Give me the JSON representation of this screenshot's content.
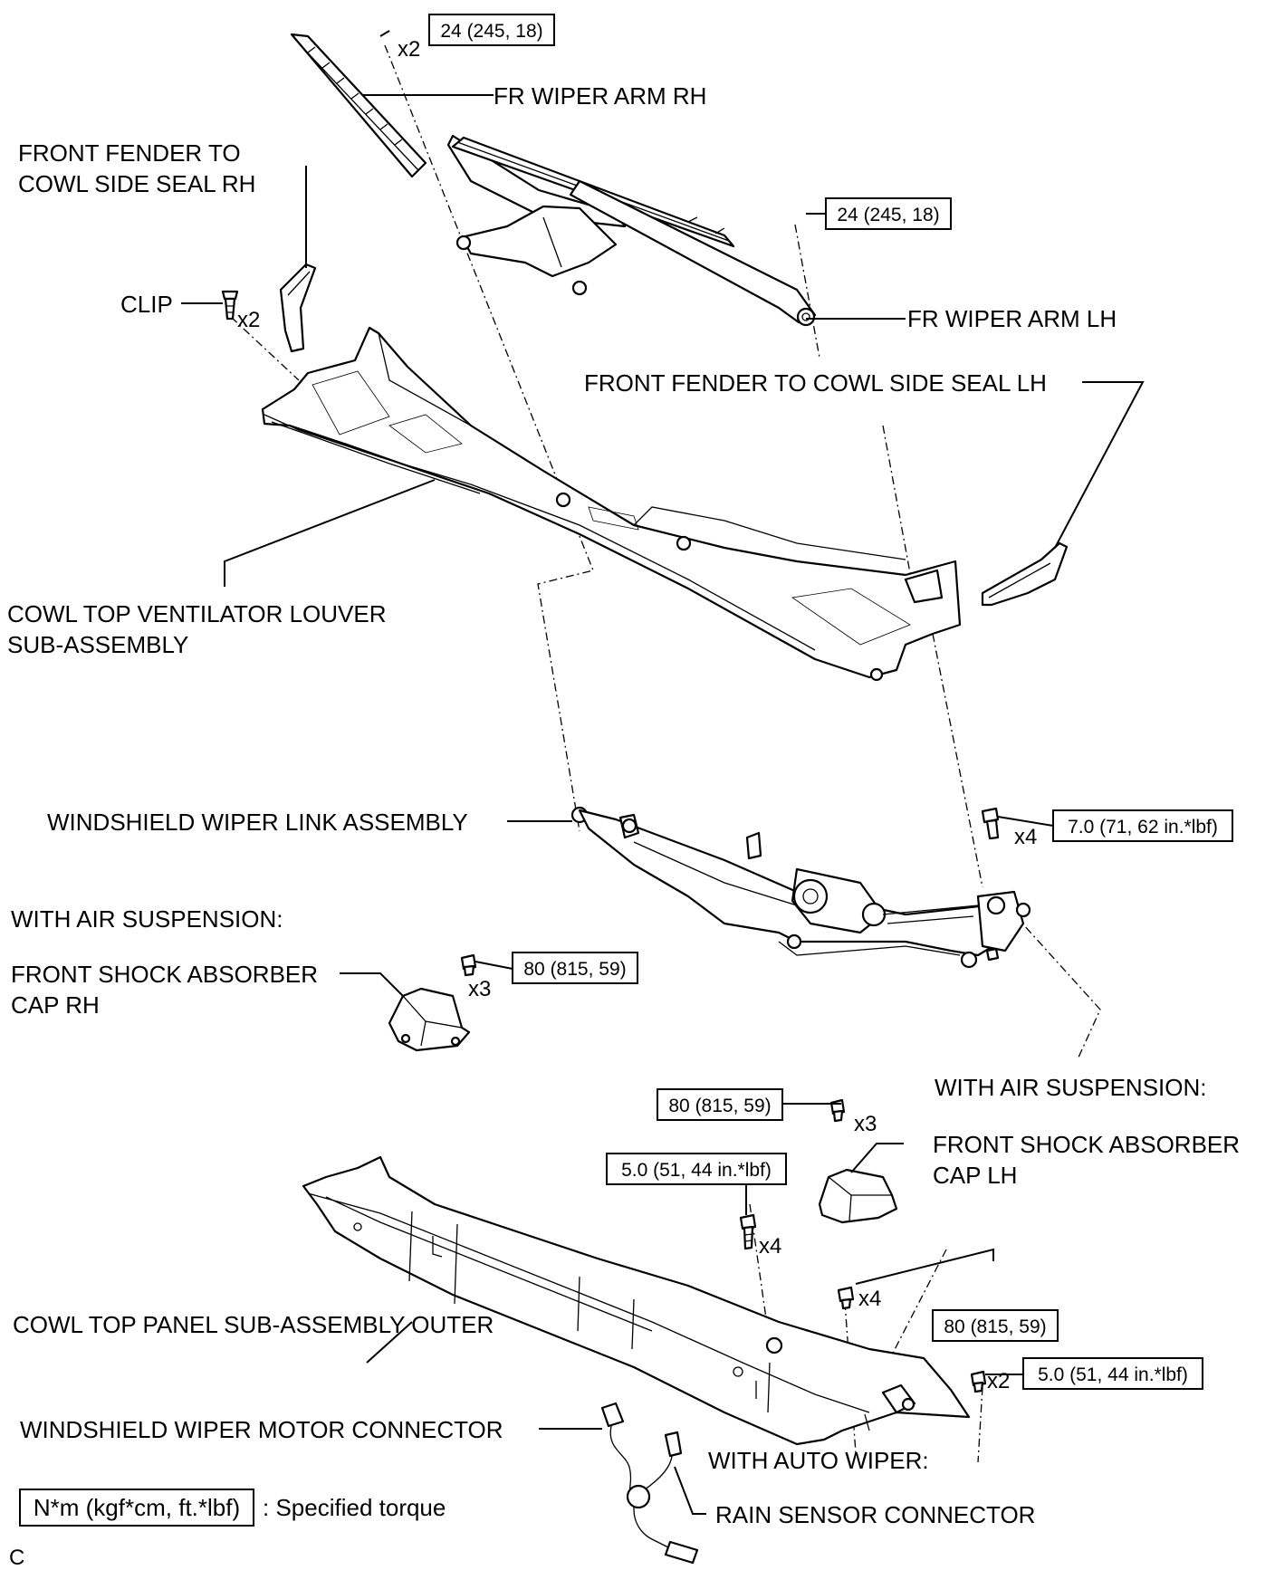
{
  "labels": {
    "fr_wiper_arm_rh": "FR WIPER ARM RH",
    "front_fender_seal_rh_1": "FRONT FENDER TO",
    "front_fender_seal_rh_2": "COWL SIDE SEAL RH",
    "clip": "CLIP",
    "fr_wiper_arm_lh": "FR WIPER ARM LH",
    "front_fender_seal_lh": "FRONT FENDER TO COWL SIDE SEAL LH",
    "cowl_louver_1": "COWL TOP VENTILATOR LOUVER",
    "cowl_louver_2": "SUB-ASSEMBLY",
    "wiper_link": "WINDSHIELD WIPER LINK ASSEMBLY",
    "with_air_susp_1": "WITH AIR SUSPENSION:",
    "shock_cap_rh_1": "FRONT SHOCK ABSORBER",
    "shock_cap_rh_2": "CAP RH",
    "with_air_susp_2": "WITH AIR SUSPENSION:",
    "shock_cap_lh_1": "FRONT SHOCK ABSORBER",
    "shock_cap_lh_2": "CAP LH",
    "cowl_panel_outer": "COWL TOP PANEL SUB-ASSEMBLY OUTER",
    "wiper_motor_conn": "WINDSHIELD WIPER MOTOR CONNECTOR",
    "with_auto_wiper": "WITH AUTO WIPER:",
    "rain_sensor_conn": "RAIN SENSOR CONNECTOR",
    "legend_desc": ": Specified torque",
    "corner_code": "C"
  },
  "torques": {
    "t_arm_rh": "24 (245, 18)",
    "t_arm_lh": "24 (245, 18)",
    "t_link": "7.0 (71, 62 in.*lbf)",
    "t_cap_rh": "80 (815, 59)",
    "t_cap_lh": "80 (815, 59)",
    "t_panel_bolt": "5.0 (51, 44 in.*lbf)",
    "t_panel_nut": "80 (815, 59)",
    "t_panel_small": "5.0 (51, 44 in.*lbf)",
    "legend_box": "N*m (kgf*cm, ft.*lbf)"
  },
  "quantities": {
    "q_arm_rh": "x2",
    "q_clip": "x2",
    "q_link": "x4",
    "q_cap_rh": "x3",
    "q_cap_lh": "x3",
    "q_panel_bolt": "x4",
    "q_panel_nut": "x4",
    "q_panel_small": "x2"
  }
}
